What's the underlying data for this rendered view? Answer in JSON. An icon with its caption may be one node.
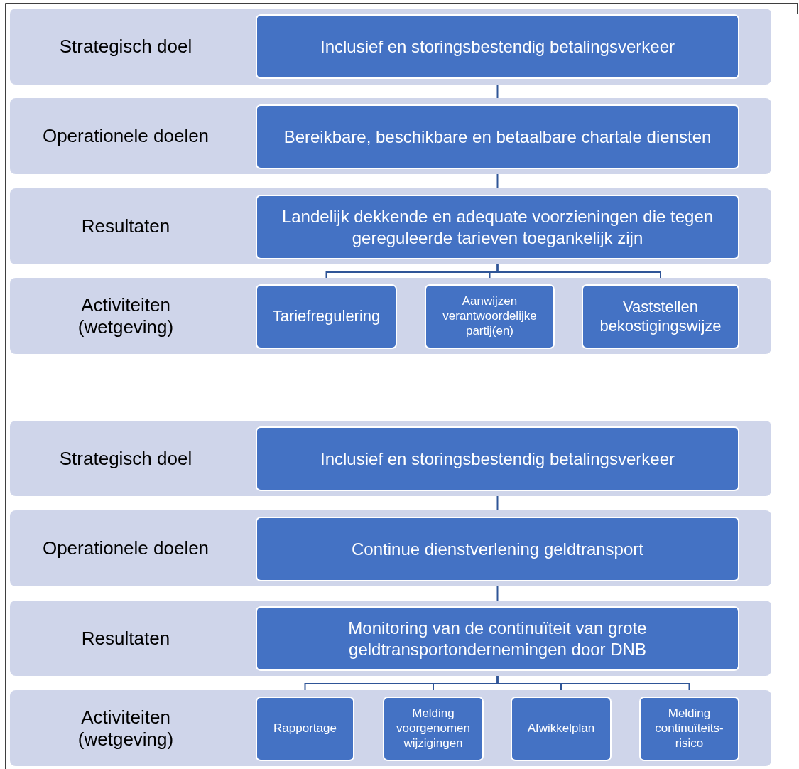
{
  "diagram": {
    "nodes": [
      {
        "text": [
          "Strategisch doel"
        ]
      },
      {
        "text": [
          "Inclusief en storingsbestendig betalingsverkeer"
        ],
        "in": 0
      },
      {
        "text": [
          "Operationele doelen"
        ]
      },
      {
        "text": [
          "Bereikbare, beschikbare en betaalbare chartale diensten"
        ],
        "in": 2
      },
      {
        "text": [
          "Resultaten"
        ]
      },
      {
        "text": [
          "Landelijk dekkende en adequate voorzieningen die tegen gereguleerde tarieven toegankelijk zijn"
        ],
        "in": 4
      },
      {
        "text": [
          "Activiteiten (wetgeving)"
        ]
      },
      {
        "text": [
          "Tariefregulering"
        ],
        "in": 6
      },
      {
        "text": [
          "Aanwijzen verantwoordelijke partij(en)"
        ],
        "in": 6
      },
      {
        "text": [
          "Vaststellen bekostigingswijze"
        ],
        "in": 6
      },
      {
        "text": [
          "Strategisch doel"
        ]
      },
      {
        "text": [
          "Inclusief en storingsbestendig betalingsverkeer"
        ],
        "in": 10
      },
      {
        "text": [
          "Operationele doelen"
        ]
      },
      {
        "text": [
          "Continue dienstverlening geldtransport"
        ],
        "in": 12
      },
      {
        "text": [
          "Resultaten"
        ]
      },
      {
        "text": [
          "Monitoring van de continuïteit van grote geldtransportondernemingen door DNB"
        ],
        "in": 14
      },
      {
        "text": [
          "Activiteiten (wetgeving)"
        ]
      },
      {
        "text": [
          "Rapportage"
        ],
        "in": 16
      },
      {
        "text": [
          "Melding voorgenomen wijzigingen"
        ],
        "in": 16
      },
      {
        "text": [
          "Afwikkelplan"
        ],
        "in": 16
      },
      {
        "text": [
          "Melding continuïteits-risico"
        ],
        "in": 16
      }
    ],
    "edges": [
      {
        "from": 1,
        "to": 3,
        "arrow": "none"
      },
      {
        "from": 3,
        "to": 5,
        "arrow": "none"
      },
      {
        "from": 5,
        "to": 7,
        "arrow": "none"
      },
      {
        "from": 5,
        "to": 8,
        "arrow": "none"
      },
      {
        "from": 5,
        "to": 9,
        "arrow": "none"
      },
      {
        "from": 11,
        "to": 13,
        "arrow": "none"
      },
      {
        "from": 13,
        "to": 15,
        "arrow": "none"
      },
      {
        "from": 15,
        "to": 17,
        "arrow": "none"
      },
      {
        "from": 15,
        "to": 18,
        "arrow": "none"
      },
      {
        "from": 15,
        "to": 19,
        "arrow": "none"
      },
      {
        "from": 15,
        "to": 20,
        "arrow": "none"
      }
    ]
  }
}
